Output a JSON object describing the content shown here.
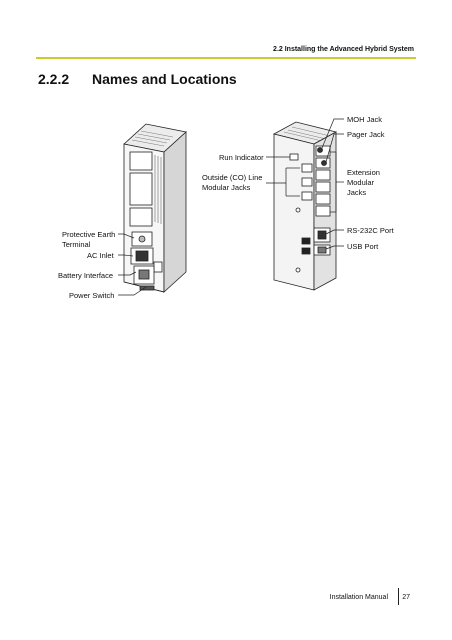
{
  "header": {
    "running_title": "2.2 Installing the Advanced Hybrid System"
  },
  "section": {
    "number": "2.2.2",
    "title": "Names and Locations"
  },
  "figure": {
    "left_labels": {
      "protective_earth": "Protective Earth\nTerminal",
      "ac_inlet": "AC Inlet",
      "battery_interface": "Battery Interface",
      "power_switch": "Power Switch"
    },
    "middle_labels": {
      "run_indicator": "Run Indicator",
      "outside_co": "Outside (CO) Line\nModular Jacks"
    },
    "right_labels": {
      "moh_jack": "MOH Jack",
      "pager_jack": "Pager Jack",
      "extension_jacks": "Extension\nModular\nJacks",
      "rs232c": "RS-232C Port",
      "usb": "USB Port"
    }
  },
  "footer": {
    "manual": "Installation Manual",
    "page": "27"
  },
  "colors": {
    "accent": "#c9cc2a"
  }
}
